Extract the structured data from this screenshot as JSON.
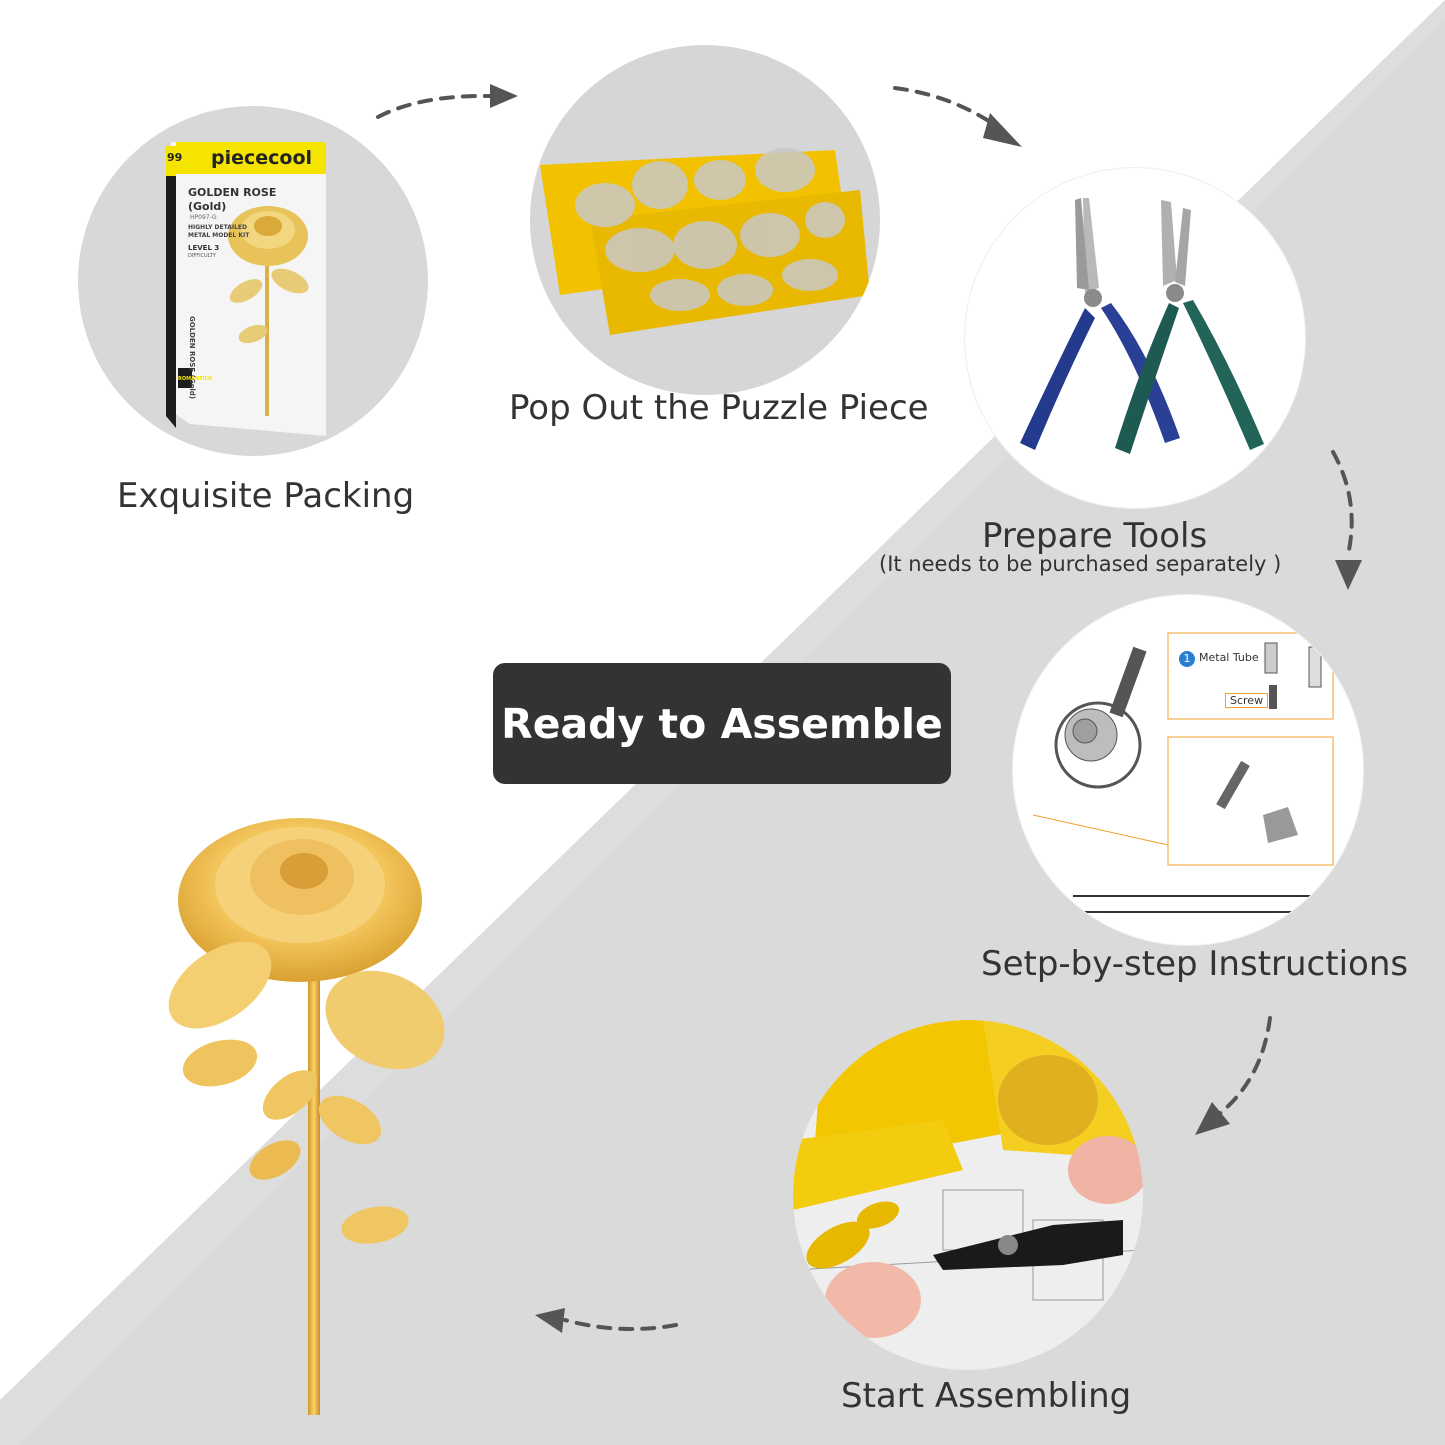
{
  "banner": {
    "label": "Ready to Assemble"
  },
  "steps": {
    "packing": {
      "caption": "Exquisite Packing",
      "box": {
        "brand": "piececool",
        "number": "99",
        "title": "GOLDEN ROSE",
        "subtitle": "(Gold)",
        "code": "HP097-G",
        "tagline_1": "HIGHLY DETAILED",
        "tagline_2": "METAL MODEL KIT",
        "level": "LEVEL 3",
        "difficulty": "DIFFICULTY",
        "spine": "GOLDEN ROSE (Gold)",
        "series": "ROMANTICK"
      }
    },
    "pop_out": {
      "caption": "Pop Out the Puzzle Piece"
    },
    "tools": {
      "caption": "Prepare Tools",
      "note": "(It needs to be purchased separately  )"
    },
    "instructions": {
      "caption": "Setp-by-step Instructions",
      "label_metal_tube": "Metal Tube",
      "label_screw": "Screw",
      "step_number": "1"
    },
    "assembling": {
      "caption": "Start Assembling"
    }
  },
  "colors": {
    "gray_bg": "#dcdcdc",
    "circle_gray": "#d6d6d6",
    "gold": "#f2c200",
    "yellow_box": "#f4e400",
    "banner": "#333333",
    "arrow": "#555555"
  }
}
